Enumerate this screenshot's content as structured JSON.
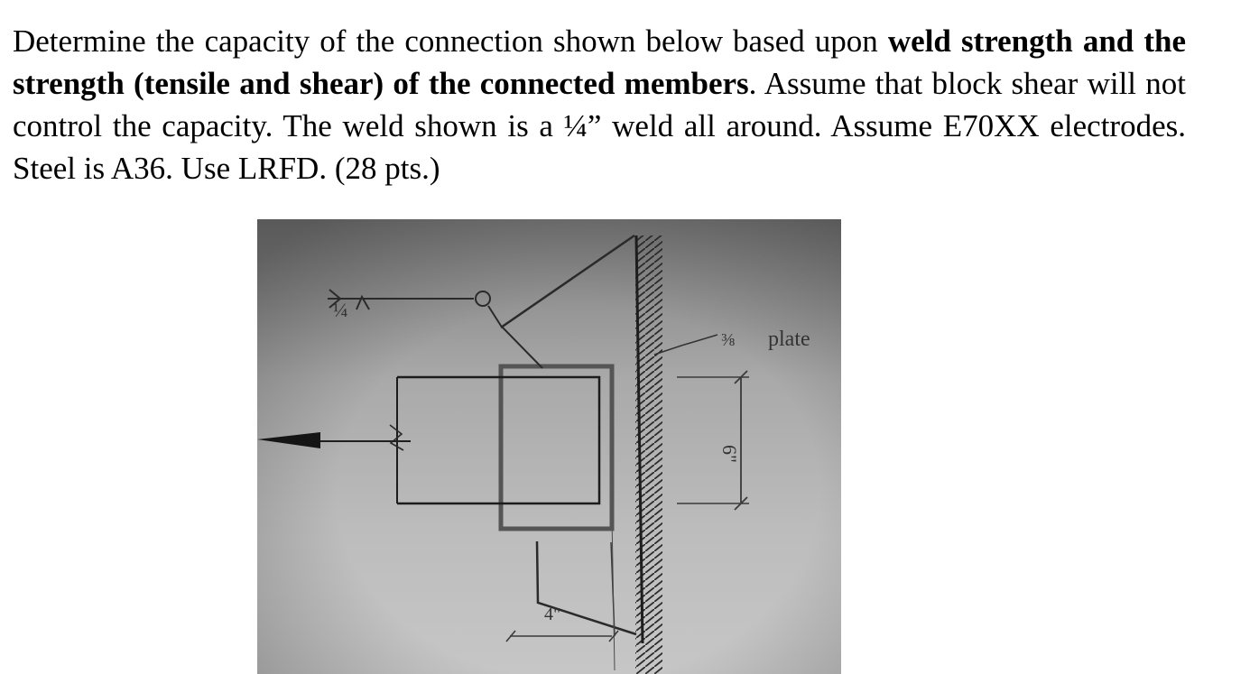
{
  "problem": {
    "segment_1": "Determine the capacity of the connection shown below based upon ",
    "bold_segment": "weld strength and the strength (tensile and shear) of the connected members",
    "segment_2": ".  Assume that block shear will not control the capacity.  The weld shown is a ¼” weld all around.  Assume E70XX electrodes.  Steel is A36.  Use LRFD.  (28 pts.)"
  },
  "figure": {
    "weld_symbol_label": "¼",
    "plate_thickness_label": "⅜",
    "plate_label": "plate",
    "width_dimension_label": "6\"",
    "length_dimension_label": "4\""
  }
}
